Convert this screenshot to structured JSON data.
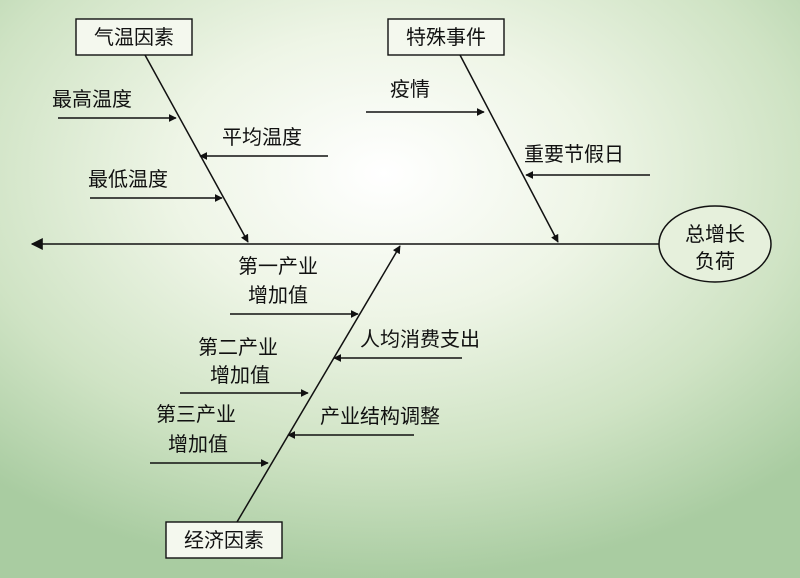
{
  "effect": [
    "总增长",
    "负荷"
  ],
  "categories": {
    "weather": "气温因素",
    "special": "特殊事件",
    "economic": "经济因素"
  },
  "causes": {
    "max_temp": "最高温度",
    "avg_temp": "平均温度",
    "min_temp": "最低温度",
    "epidemic": "疫情",
    "holiday": "重要节假日",
    "primary_industry": [
      "第一产业",
      "增加值"
    ],
    "per_capita": "人均消费支出",
    "secondary_industry": [
      "第二产业",
      "增加值"
    ],
    "restructure": "产业结构调整",
    "tertiary_industry": [
      "第三产业",
      "增加值"
    ]
  }
}
